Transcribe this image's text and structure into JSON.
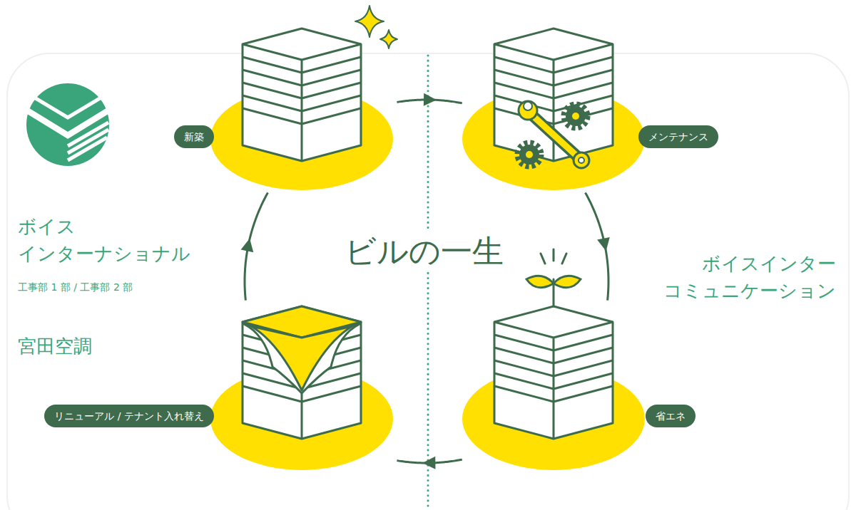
{
  "diagram": {
    "title": "ビルの一生",
    "nodes": [
      {
        "text": [
          "新築"
        ]
      },
      {
        "text": [
          "メンテナンス"
        ]
      },
      {
        "text": [
          "リニューアル / テナント入れ替え"
        ]
      },
      {
        "text": [
          "省エネ"
        ]
      }
    ],
    "edges": [
      {
        "from": 0,
        "to": 1,
        "arrow": "to"
      },
      {
        "from": 1,
        "to": 3,
        "arrow": "to"
      },
      {
        "from": 3,
        "to": 2,
        "arrow": "to"
      },
      {
        "from": 2,
        "to": 0,
        "arrow": "to"
      }
    ],
    "labels": [
      "ボイス インターナショナル",
      "工事部 1 部 / 工事部 2 部",
      "宮田空調",
      "ボイスインター コミュニケーション"
    ]
  }
}
